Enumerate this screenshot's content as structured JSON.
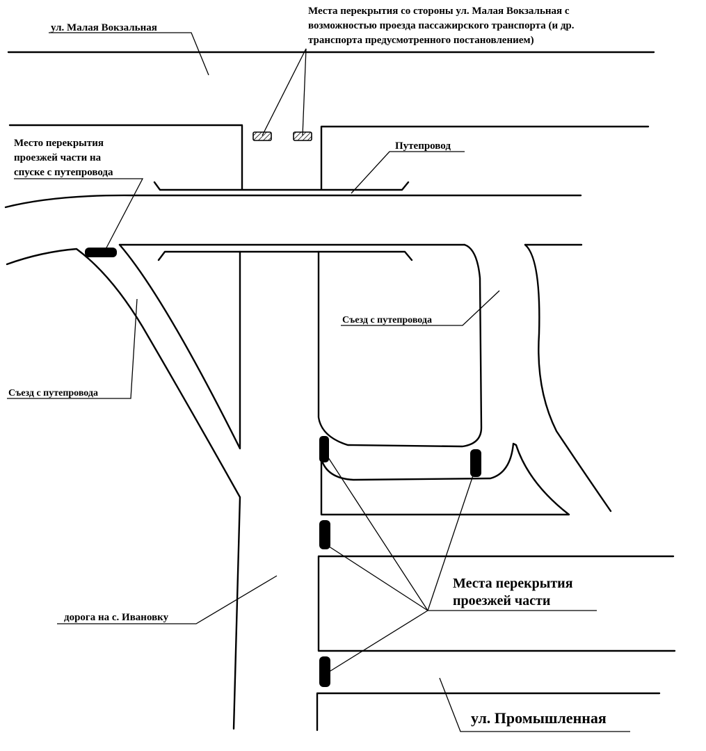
{
  "labels": {
    "malaya_vokzalnaya": "ул. Малая Вокзальная",
    "top_closure_note": [
      "Места перекрытия со стороны ул. Малая Вокзальная с",
      "возможностью проезда пассажирского транспорта (и др.",
      "транспорта предусмотренного постановлением)"
    ],
    "overpass": "Путепровод",
    "descent_closure_note": [
      "Место перекрытия",
      "проезжей части на",
      "спуске с путепровода"
    ],
    "exit_right": "Съезд с путепровода",
    "exit_left": "Съезд с путепровода",
    "closures_note": [
      "Места перекрытия",
      "проезжей части"
    ],
    "road_ivanovka": "дорога на с. Ивановку",
    "promyshlennaya": "ул. Промышленная"
  },
  "colors": {
    "line": "#000000",
    "block": "#000000",
    "background": "#ffffff"
  }
}
